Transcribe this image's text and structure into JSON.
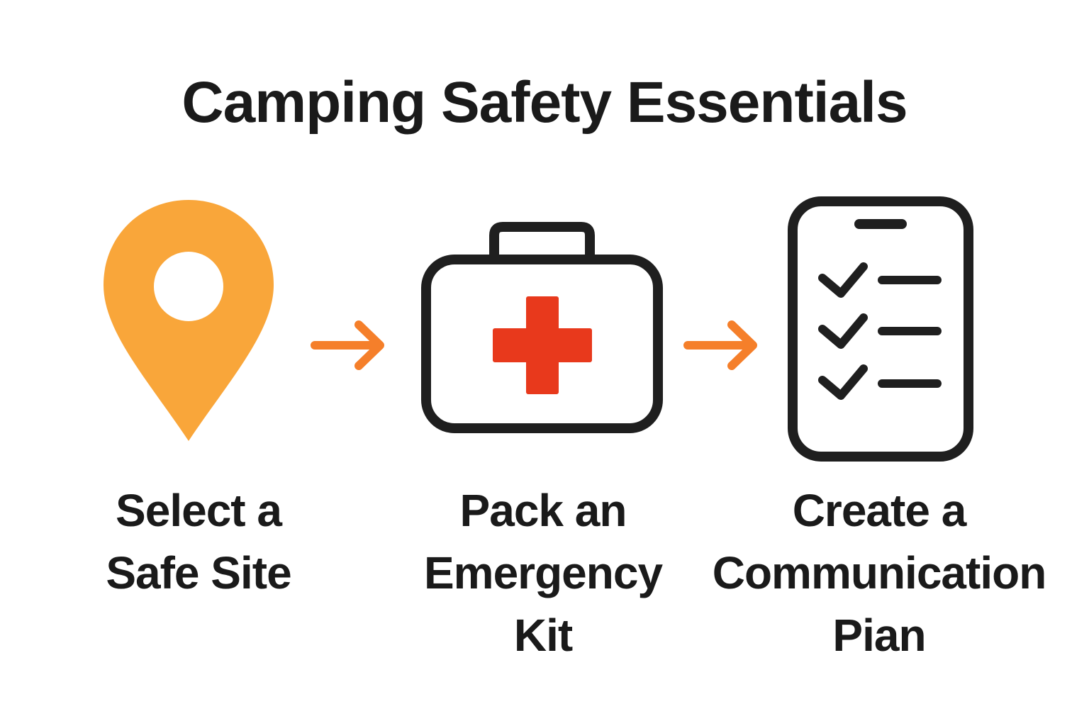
{
  "title": "Camping Safety Essentials",
  "steps": [
    {
      "icon": "location-pin-icon",
      "lines": [
        "Select a",
        "Safe Site"
      ]
    },
    {
      "icon": "first-aid-kit-icon",
      "lines": [
        "Pack an",
        "Emergency",
        "Kit"
      ]
    },
    {
      "icon": "checklist-phone-icon",
      "lines": [
        "Create a",
        "Communication",
        "Pian"
      ]
    }
  ],
  "colors": {
    "pin": "#F9A63A",
    "arrow": "#F57F2A",
    "cross": "#E8391C",
    "outline": "#1f1f1f"
  }
}
